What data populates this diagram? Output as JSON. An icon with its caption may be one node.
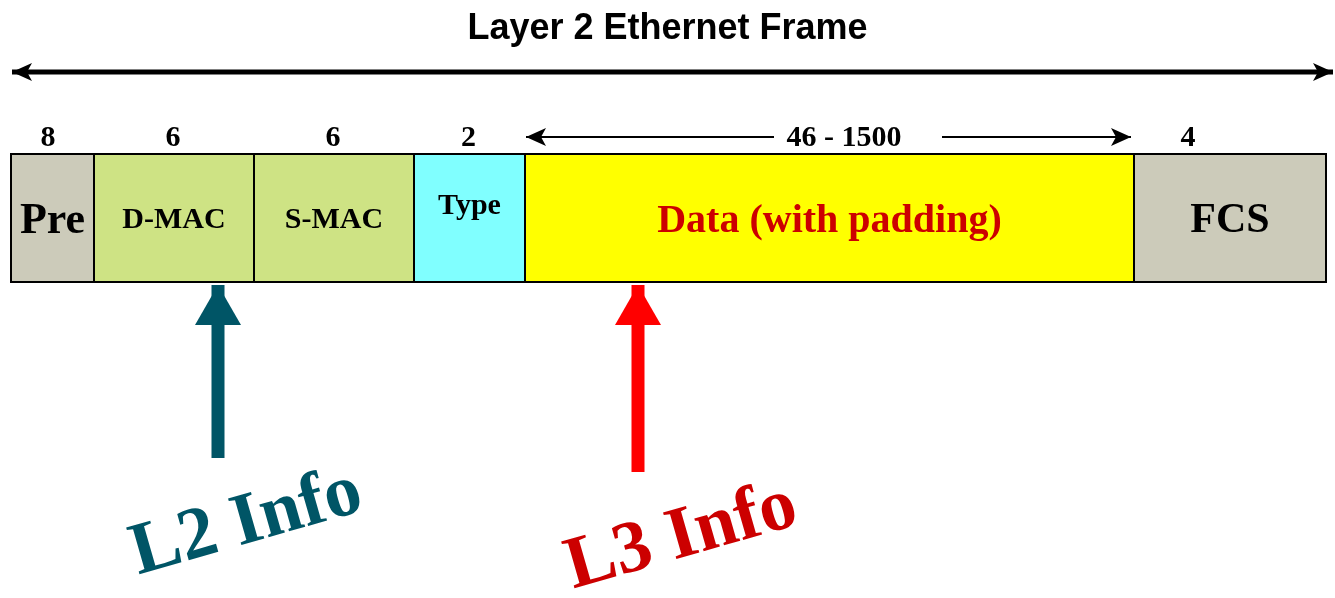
{
  "diagram": {
    "title": "Layer 2 Ethernet Frame",
    "nodes": [
      {
        "text": [
          "Pre"
        ],
        "beside": [
          "8"
        ]
      },
      {
        "text": [
          "D-MAC"
        ],
        "beside": [
          "6"
        ]
      },
      {
        "text": [
          "S-MAC"
        ],
        "beside": [
          "6"
        ]
      },
      {
        "text": [
          "Type"
        ],
        "beside": [
          "2"
        ]
      },
      {
        "text": [
          "Data (with padding)"
        ],
        "beside": [
          "46 - 1500"
        ]
      },
      {
        "text": [
          "FCS"
        ],
        "beside": [
          "4"
        ]
      },
      {
        "text": [
          "L2 Info"
        ]
      },
      {
        "text": [
          "L3 Info"
        ]
      }
    ],
    "edges": [
      {
        "from": 6,
        "to": 1,
        "arrow": "to",
        "color": "#005566"
      },
      {
        "from": 7,
        "to": 4,
        "arrow": "to",
        "color": "#ff0000"
      }
    ]
  }
}
